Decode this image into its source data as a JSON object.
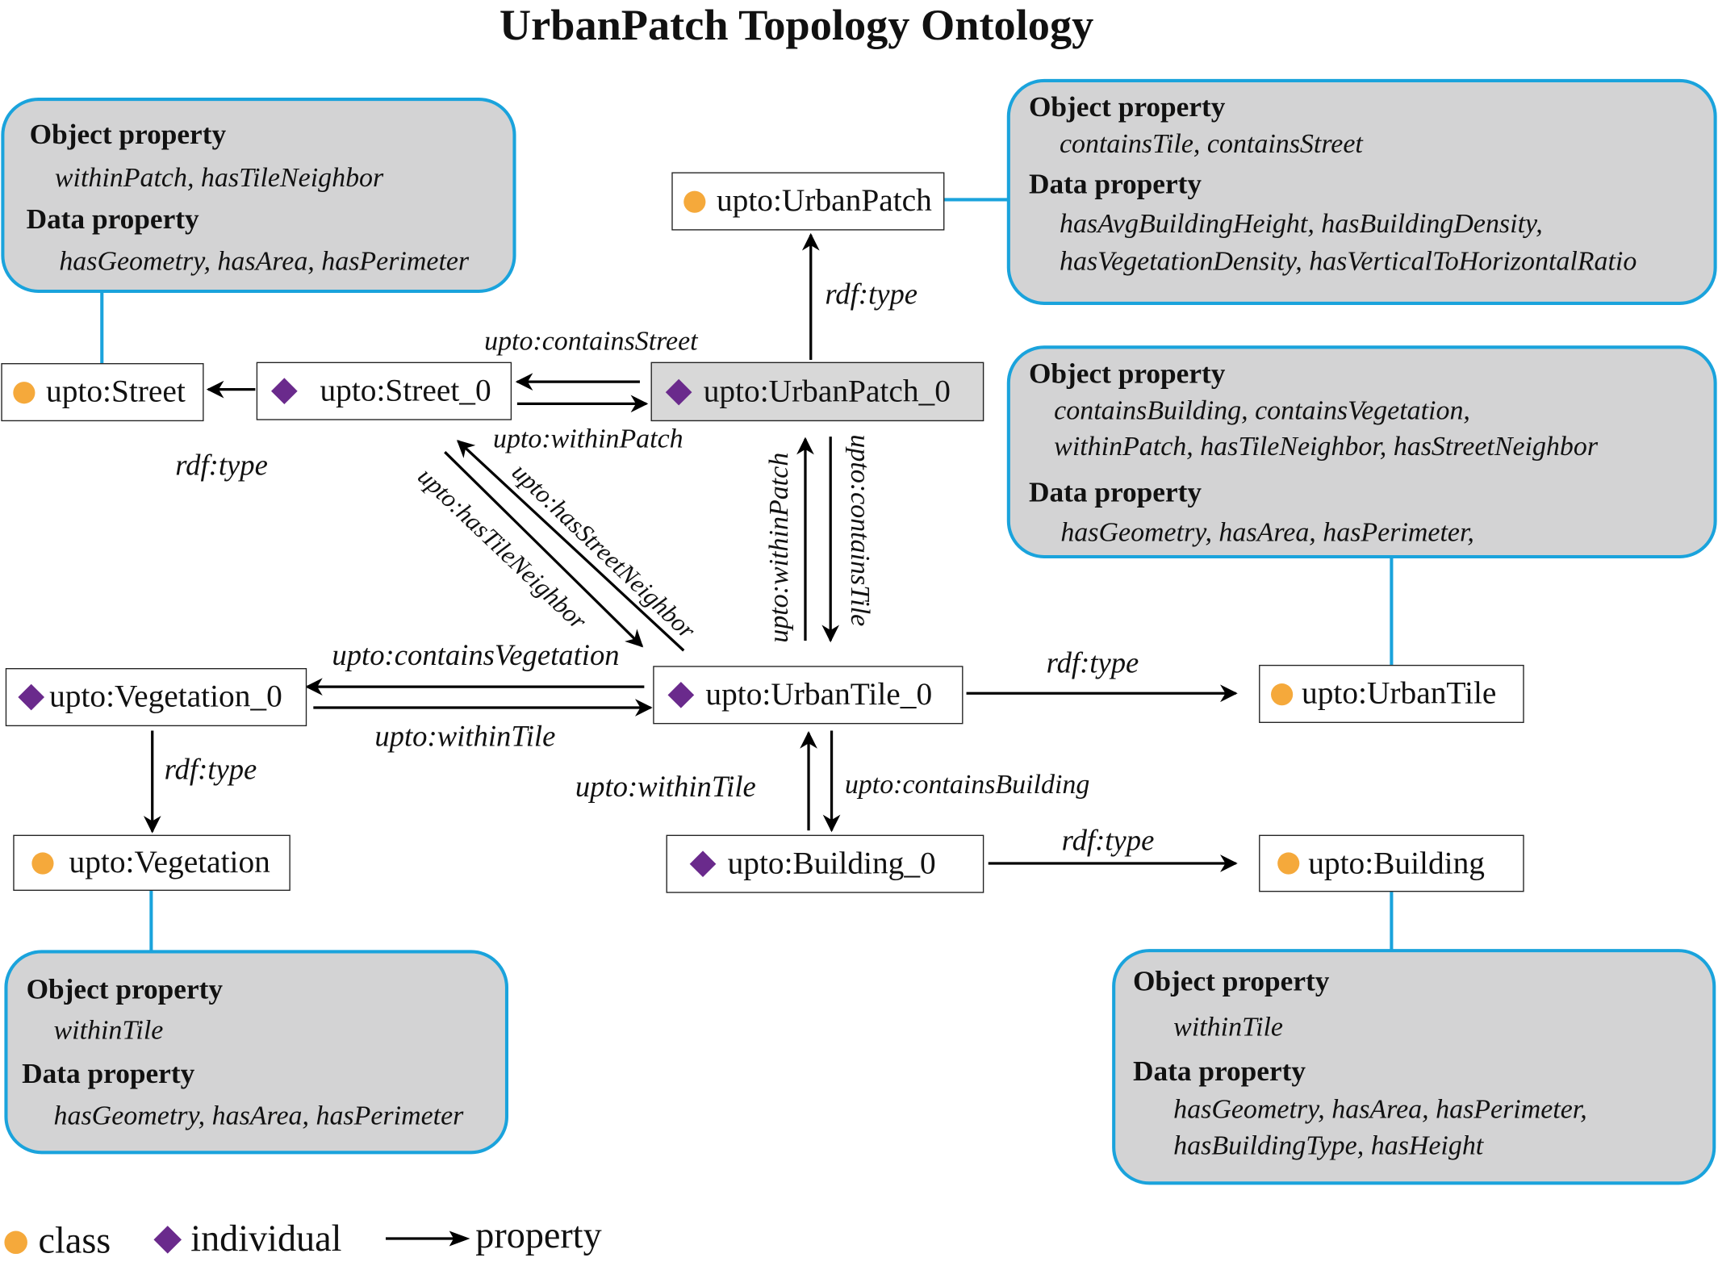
{
  "title": "UrbanPatch Topology Ontology",
  "nodes": {
    "urbanpatch_class": "upto:UrbanPatch",
    "street_class": "upto:Street",
    "street_0": "upto:Street_0",
    "urbanpatch_0": "upto:UrbanPatch_0",
    "vegetation_0": "upto:Vegetation_0",
    "urbantile_0": "upto:UrbanTile_0",
    "urbantile_class": "upto:UrbanTile",
    "vegetation_class": "upto:Vegetation",
    "building_0": "upto:Building_0",
    "building_class": "upto:Building"
  },
  "edges": {
    "rdf_type": "rdf:type",
    "contains_street": "upto:containsStreet",
    "within_patch": "upto:withinPatch",
    "has_tile_neighbor": "upto:hasTileNeighbor",
    "has_street_neighbor": "upto:hasStreetNeighbor",
    "contains_tile": "upto:containsTile",
    "contains_vegetation": "upto:containsVegetation",
    "within_tile": "upto:withinTile",
    "contains_building": "upto:containsBuilding"
  },
  "panels": {
    "street": {
      "object_heading": "Object property",
      "object_values": [
        "withinPatch, hasTileNeighbor"
      ],
      "data_heading": "Data property",
      "data_values": [
        "hasGeometry,  hasArea, hasPerimeter"
      ]
    },
    "urbanpatch": {
      "object_heading": "Object property",
      "object_values": [
        "containsTile, containsStreet"
      ],
      "data_heading": "Data property",
      "data_values": [
        "hasAvgBuildingHeight, hasBuildingDensity,",
        "hasVegetationDensity, hasVerticalToHorizontalRatio"
      ]
    },
    "urbantile": {
      "object_heading": "Object property",
      "object_values": [
        "containsBuilding, containsVegetation,",
        "withinPatch, hasTileNeighbor, hasStreetNeighbor"
      ],
      "data_heading": "Data property",
      "data_values": [
        "hasGeometry, hasArea, hasPerimeter,"
      ]
    },
    "vegetation": {
      "object_heading": "Object property",
      "object_values": [
        "withinTile"
      ],
      "data_heading": "Data property",
      "data_values": [
        "hasGeometry, hasArea, hasPerimeter"
      ]
    },
    "building": {
      "object_heading": "Object property",
      "object_values": [
        "withinTile"
      ],
      "data_heading": "Data property",
      "data_values": [
        "hasGeometry, hasArea, hasPerimeter,",
        "hasBuildingType, hasHeight"
      ]
    }
  },
  "legend": {
    "class_label": "class",
    "individual_label": "individual",
    "property_label": "property"
  },
  "colors": {
    "class_marker": "#f5a93b",
    "individual_marker": "#6a2a8c",
    "panel_border": "#1aa3dc",
    "panel_fill": "#d3d3d4"
  }
}
